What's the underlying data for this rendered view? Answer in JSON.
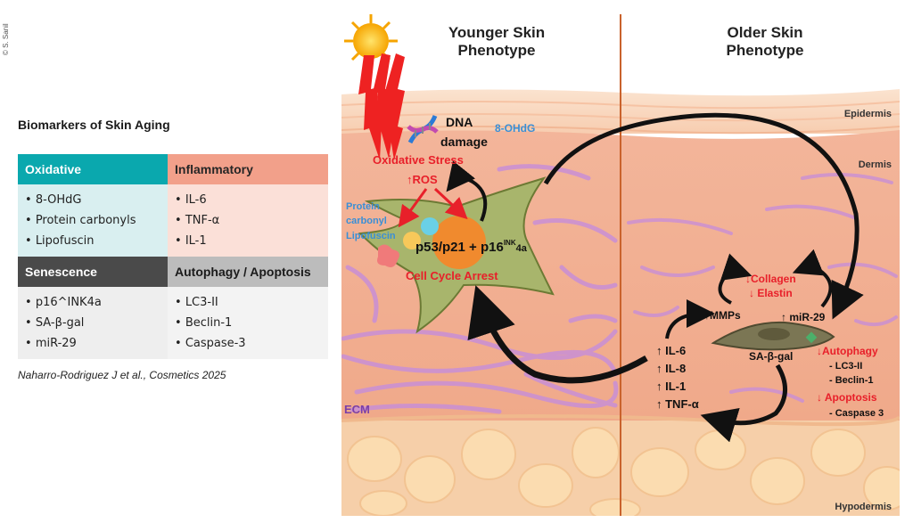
{
  "copyright": "© S. Sanil",
  "table": {
    "title": "Biomarkers of Skin Aging",
    "oxidative": {
      "header": "Oxidative",
      "items": [
        "8-OHdG",
        "Protein carbonyls",
        "Lipofuscin"
      ]
    },
    "inflammatory": {
      "header": "Inflammatory",
      "items": [
        "IL-6",
        "TNF-α",
        "IL-1"
      ]
    },
    "senescence": {
      "header": "Senescence",
      "items": [
        "p16^INK4a",
        "SA-β-gal",
        "miR-29"
      ]
    },
    "autophagy": {
      "header": "Autophagy / Apoptosis",
      "items": [
        "LC3-II",
        "Beclin-1",
        "Caspase-3"
      ]
    },
    "citation": "Naharro-Rodriguez J et al., Cosmetics 2025"
  },
  "diagram": {
    "younger_title": [
      "Younger Skin",
      "Phenotype"
    ],
    "older_title": [
      "Older Skin",
      "Phenotype"
    ],
    "layers": {
      "epidermis": "Epidermis",
      "dermis": "Dermis",
      "hypodermis": "Hypodermis",
      "ecm": "ECM"
    },
    "dna": [
      "DNA",
      "damage"
    ],
    "ohdg": "8-OHdG",
    "oxidative_stress": "Oxidative Stress",
    "ros": "↑ROS",
    "protein_carbonyl": [
      "Protein",
      "carbonyl"
    ],
    "lipofuscin": "Lipofuscin",
    "p53": "p53/p21 + p16",
    "ink_sup": "INK",
    "ink_suffix": "4a",
    "cell_cycle_arrest": "Cell Cycle Arrest",
    "collagen": "↓Collagen",
    "elastin": "↓ Elastin",
    "mmps": "↑MMPs",
    "mir29": "↑ miR-29",
    "sabgal": "SA-β-gal",
    "autophagy": "↓Autophagy",
    "lc3": "- LC3-II",
    "beclin": "- Beclin-1",
    "apoptosis": "↓ Apoptosis",
    "caspase": "- Caspase 3",
    "cytokines": [
      "↑ IL-6",
      "↑ IL-8",
      "↑ IL-1",
      "↑ TNF-α"
    ]
  },
  "colors": {
    "oxidative": "#0aa8ae",
    "inflammatory": "#f2a08a",
    "senescence": "#4a4a4a",
    "autophagy": "#bcbcbc",
    "red_text": "#e8202a",
    "blue_text": "#3a8fd6"
  }
}
